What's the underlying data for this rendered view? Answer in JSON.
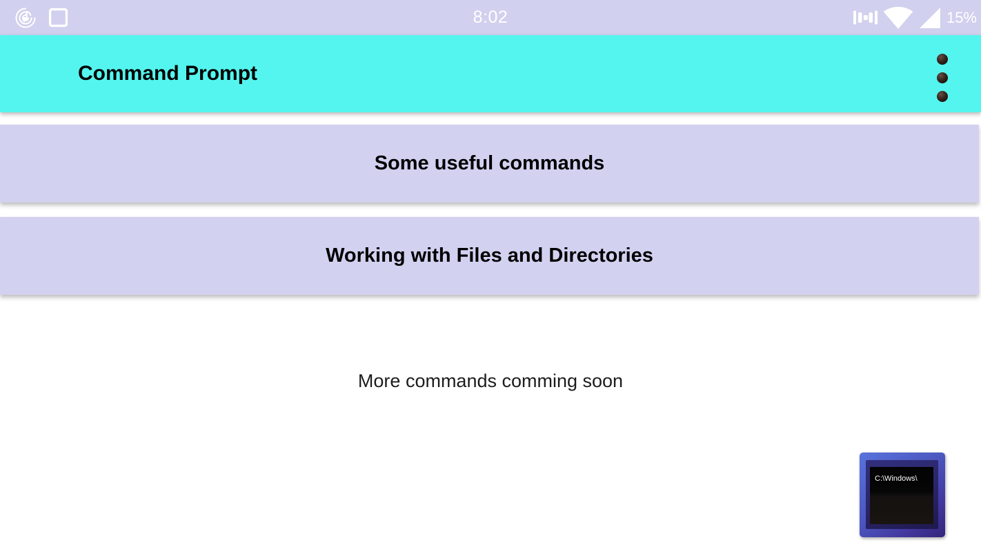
{
  "status_bar": {
    "time": "8:02",
    "battery_percent": "15%",
    "left_icons": [
      "music-note-spiral-icon",
      "square-notification-icon"
    ],
    "right_icons": [
      "vibrate-icon",
      "wifi-icon",
      "cellular-signal-icon"
    ]
  },
  "app_bar": {
    "title": "Command Prompt",
    "overflow_menu": "three-dot-menu"
  },
  "menu_buttons": [
    {
      "label": "Some useful commands"
    },
    {
      "label": "Working with Files and Directories"
    }
  ],
  "content": {
    "note": "More commands comming soon"
  },
  "app_icon": {
    "screen_text": "C:\\Windows\\"
  },
  "colors": {
    "status_bar_bg": "#d1d0ee",
    "app_bar_bg": "#54f5ef",
    "button_bg": "#d3d1f0",
    "page_bg": "#ffffff",
    "text": "#000000",
    "status_icons": "#ffffff",
    "icon_frame_blue": "#4c58c0"
  }
}
